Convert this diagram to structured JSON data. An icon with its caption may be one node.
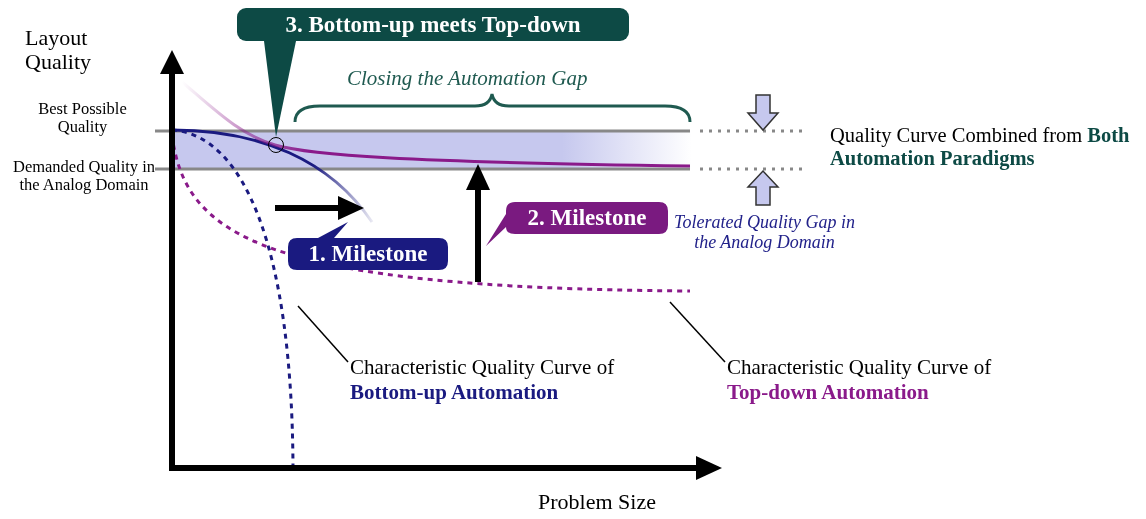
{
  "diagram": {
    "nodes": [
      {
        "text": [
          "3. Bottom-up meets Top-down"
        ]
      },
      {
        "text": [],
        "shape": "circle"
      },
      {
        "text": [
          "1. Milestone"
        ]
      },
      {
        "text": [
          "2. Milestone"
        ]
      },
      {
        "text": [
          "Characteristic Quality Curve of",
          "Bottom-up Automation"
        ]
      },
      {
        "text": [
          "Characteristic Quality Curve of",
          "Top-down Automation"
        ]
      }
    ],
    "edges": [
      {
        "from": 0,
        "to": 1,
        "arrow": "none"
      },
      {
        "from": 4,
        "to": null,
        "arrow": "none"
      },
      {
        "from": 5,
        "to": null,
        "arrow": "none"
      }
    ],
    "labels": [
      "Layout Quality",
      "Best Possible Quality",
      "Demanded Quality in the Analog Domain",
      "Closing the Automation Gap",
      "Quality Curve Combined from **Both Automation Paradigms**",
      "Tolerated Quality Gap in the Analog Domain",
      "Problem Size"
    ]
  }
}
